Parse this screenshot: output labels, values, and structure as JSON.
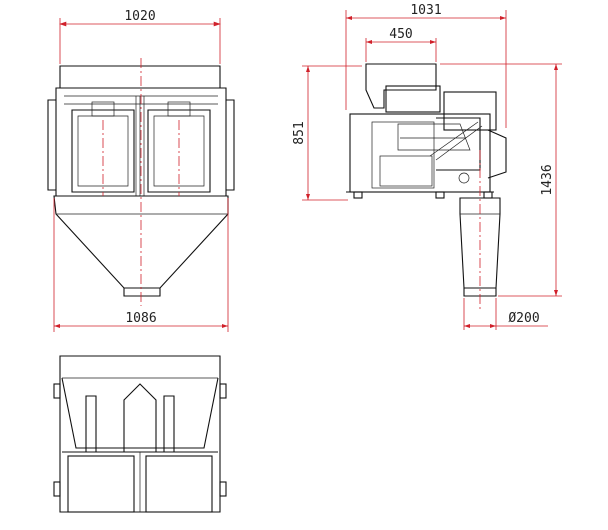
{
  "dimensions": {
    "front_width_top": "1020",
    "front_width_bottom": "1086",
    "side_width": "1031",
    "side_hopper_width": "450",
    "side_body_height": "851",
    "side_total_height": "1436",
    "outlet_diameter": "Ø200"
  },
  "colors": {
    "outline": "#111111",
    "dimension": "#d0202a",
    "text": "#222222"
  }
}
